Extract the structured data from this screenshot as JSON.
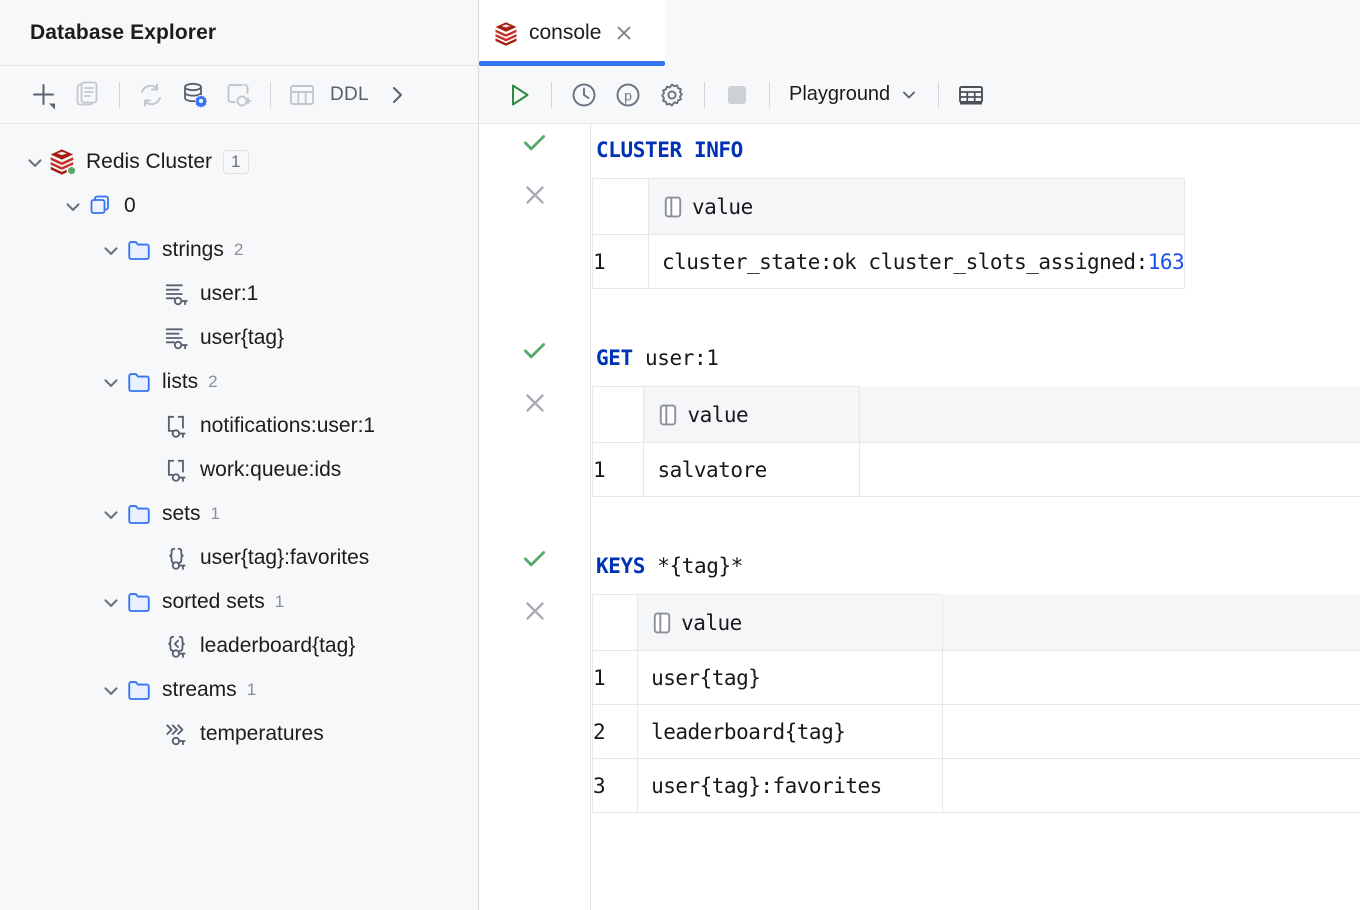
{
  "sidebar": {
    "title": "Database Explorer",
    "toolbar": [
      {
        "name": "add-button",
        "icon": "plus-icon",
        "label": ""
      },
      {
        "name": "duplicate-button",
        "icon": "copy-icon",
        "label": ""
      },
      {
        "name": "refresh-button",
        "icon": "refresh-icon",
        "label": ""
      },
      {
        "name": "database-settings-button",
        "icon": "database-gear-icon",
        "label": ""
      },
      {
        "name": "disconnect-button",
        "icon": "disconnect-plug-icon",
        "label": ""
      },
      {
        "name": "table-editor-button",
        "icon": "table-grid-icon",
        "label": ""
      },
      {
        "name": "ddl-button",
        "icon": "",
        "label": "DDL"
      },
      {
        "name": "more-button",
        "icon": "chevron-right-icon",
        "label": ""
      }
    ],
    "tree": [
      {
        "label": "Redis Cluster",
        "badge": "1",
        "count": "",
        "indent": 0,
        "icon": "redis-logo-icon",
        "expanded": true,
        "hasChevron": true
      },
      {
        "label": "0",
        "badge": "",
        "count": "",
        "indent": 1,
        "icon": "database-index-icon",
        "expanded": true,
        "hasChevron": true
      },
      {
        "label": "strings",
        "badge": "",
        "count": "2",
        "indent": 2,
        "icon": "folder-icon",
        "expanded": true,
        "hasChevron": true
      },
      {
        "label": "user:1",
        "badge": "",
        "count": "",
        "indent": 3,
        "icon": "string-key-icon",
        "expanded": false,
        "hasChevron": false
      },
      {
        "label": "user{tag}",
        "badge": "",
        "count": "",
        "indent": 3,
        "icon": "string-key-icon",
        "expanded": false,
        "hasChevron": false
      },
      {
        "label": "lists",
        "badge": "",
        "count": "2",
        "indent": 2,
        "icon": "folder-icon",
        "expanded": true,
        "hasChevron": true
      },
      {
        "label": "notifications:user:1",
        "badge": "",
        "count": "",
        "indent": 3,
        "icon": "list-key-icon",
        "expanded": false,
        "hasChevron": false
      },
      {
        "label": "work:queue:ids",
        "badge": "",
        "count": "",
        "indent": 3,
        "icon": "list-key-icon",
        "expanded": false,
        "hasChevron": false
      },
      {
        "label": "sets",
        "badge": "",
        "count": "1",
        "indent": 2,
        "icon": "folder-icon",
        "expanded": true,
        "hasChevron": true
      },
      {
        "label": "user{tag}:favorites",
        "badge": "",
        "count": "",
        "indent": 3,
        "icon": "set-key-icon",
        "expanded": false,
        "hasChevron": false
      },
      {
        "label": "sorted sets",
        "badge": "",
        "count": "1",
        "indent": 2,
        "icon": "folder-icon",
        "expanded": true,
        "hasChevron": true
      },
      {
        "label": "leaderboard{tag}",
        "badge": "",
        "count": "",
        "indent": 3,
        "icon": "sorted-set-key-icon",
        "expanded": false,
        "hasChevron": false
      },
      {
        "label": "streams",
        "badge": "",
        "count": "1",
        "indent": 2,
        "icon": "folder-icon",
        "expanded": true,
        "hasChevron": true
      },
      {
        "label": "temperatures",
        "badge": "",
        "count": "",
        "indent": 3,
        "icon": "stream-key-icon",
        "expanded": false,
        "hasChevron": false
      }
    ]
  },
  "main": {
    "tab": {
      "label": "console",
      "icon": "redis-logo-icon",
      "close_icon": "close-icon"
    },
    "toolbar": {
      "execute": "execute-icon",
      "history": "history-clock-icon",
      "profile": "p-circle-icon",
      "settings": "gear-icon",
      "stop": "stop-icon",
      "schema_label": "Playground",
      "schema_chevron": "chevron-down-icon",
      "grid_view": "table-grid-icon"
    },
    "statements": [
      {
        "status": "success",
        "status_icon": "check-icon",
        "cancel_icon": "close-icon",
        "keyword": "CLUSTER INFO",
        "args": "",
        "column": "value",
        "column_icon": "column-icon",
        "rows": [
          {
            "index": "1",
            "value": "cluster_state:ok cluster_slots_assigned:",
            "trailing_number": "163"
          }
        ]
      },
      {
        "status": "success",
        "status_icon": "check-icon",
        "cancel_icon": "close-icon",
        "keyword": "GET",
        "args": " user:1",
        "column": "value",
        "column_icon": "column-icon",
        "rows": [
          {
            "index": "1",
            "value": "salvatore",
            "trailing_number": ""
          }
        ]
      },
      {
        "status": "success",
        "status_icon": "check-icon",
        "cancel_icon": "close-icon",
        "keyword": "KEYS",
        "args": " *{tag}*",
        "column": "value",
        "column_icon": "column-icon",
        "rows": [
          {
            "index": "1",
            "value": "user{tag}",
            "trailing_number": ""
          },
          {
            "index": "2",
            "value": "leaderboard{tag}",
            "trailing_number": ""
          },
          {
            "index": "3",
            "value": "user{tag}:favorites",
            "trailing_number": ""
          }
        ]
      }
    ]
  },
  "colors": {
    "accent": "#3574f0",
    "keyword": "#0033b3",
    "number": "#1750eb",
    "success": "#59a869",
    "redis_red": "#c6302b"
  }
}
